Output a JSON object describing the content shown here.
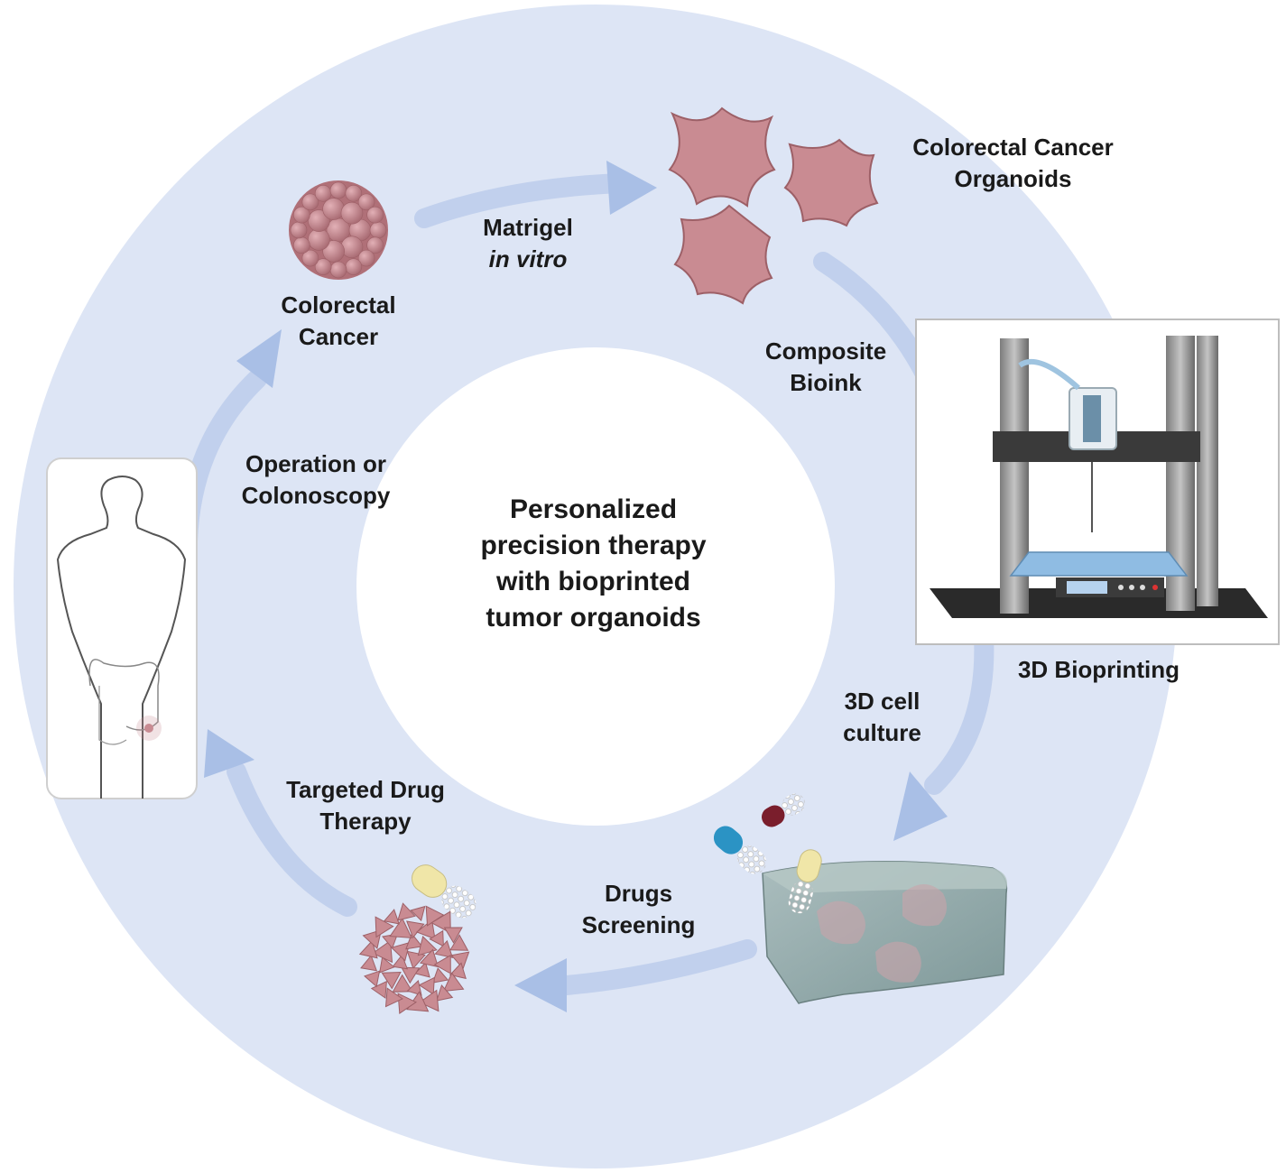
{
  "center": {
    "title_lines": [
      "Personalized",
      "precision therapy",
      "with bioprinted",
      "tumor organoids"
    ]
  },
  "labels": {
    "colorectal_cancer": [
      "Colorectal",
      "Cancer"
    ],
    "matrigel": [
      "Matrigel",
      "in vitro"
    ],
    "organoids": [
      "Colorectal Cancer",
      "Organoids"
    ],
    "composite_bioink": [
      "Composite",
      "Bioink"
    ],
    "bioprinting": "3D Bioprinting",
    "cell_culture": [
      "3D cell",
      "culture"
    ],
    "drugs_screening": [
      "Drugs",
      "Screening"
    ],
    "targeted_drug_therapy": [
      "Targeted Drug",
      "Therapy"
    ],
    "operation": [
      "Operation or",
      "Colonoscopy"
    ]
  },
  "colors": {
    "ring": "#dde5f5",
    "arrow": "#a9bfe6",
    "tissue": "#c98b92",
    "tissue_dark": "#9d6067",
    "hydrogel": "#8ea5a5",
    "capsule_blue": "#2b93c4",
    "capsule_red": "#7a1e2c",
    "capsule_yellow": "#f0e6a8"
  },
  "icons": [
    "human-body-icon",
    "tumor-sphere-icon",
    "organoid-icon",
    "bioprinter-icon",
    "hydrogel-block-icon",
    "capsule-icon",
    "fragmented-tumor-icon"
  ]
}
